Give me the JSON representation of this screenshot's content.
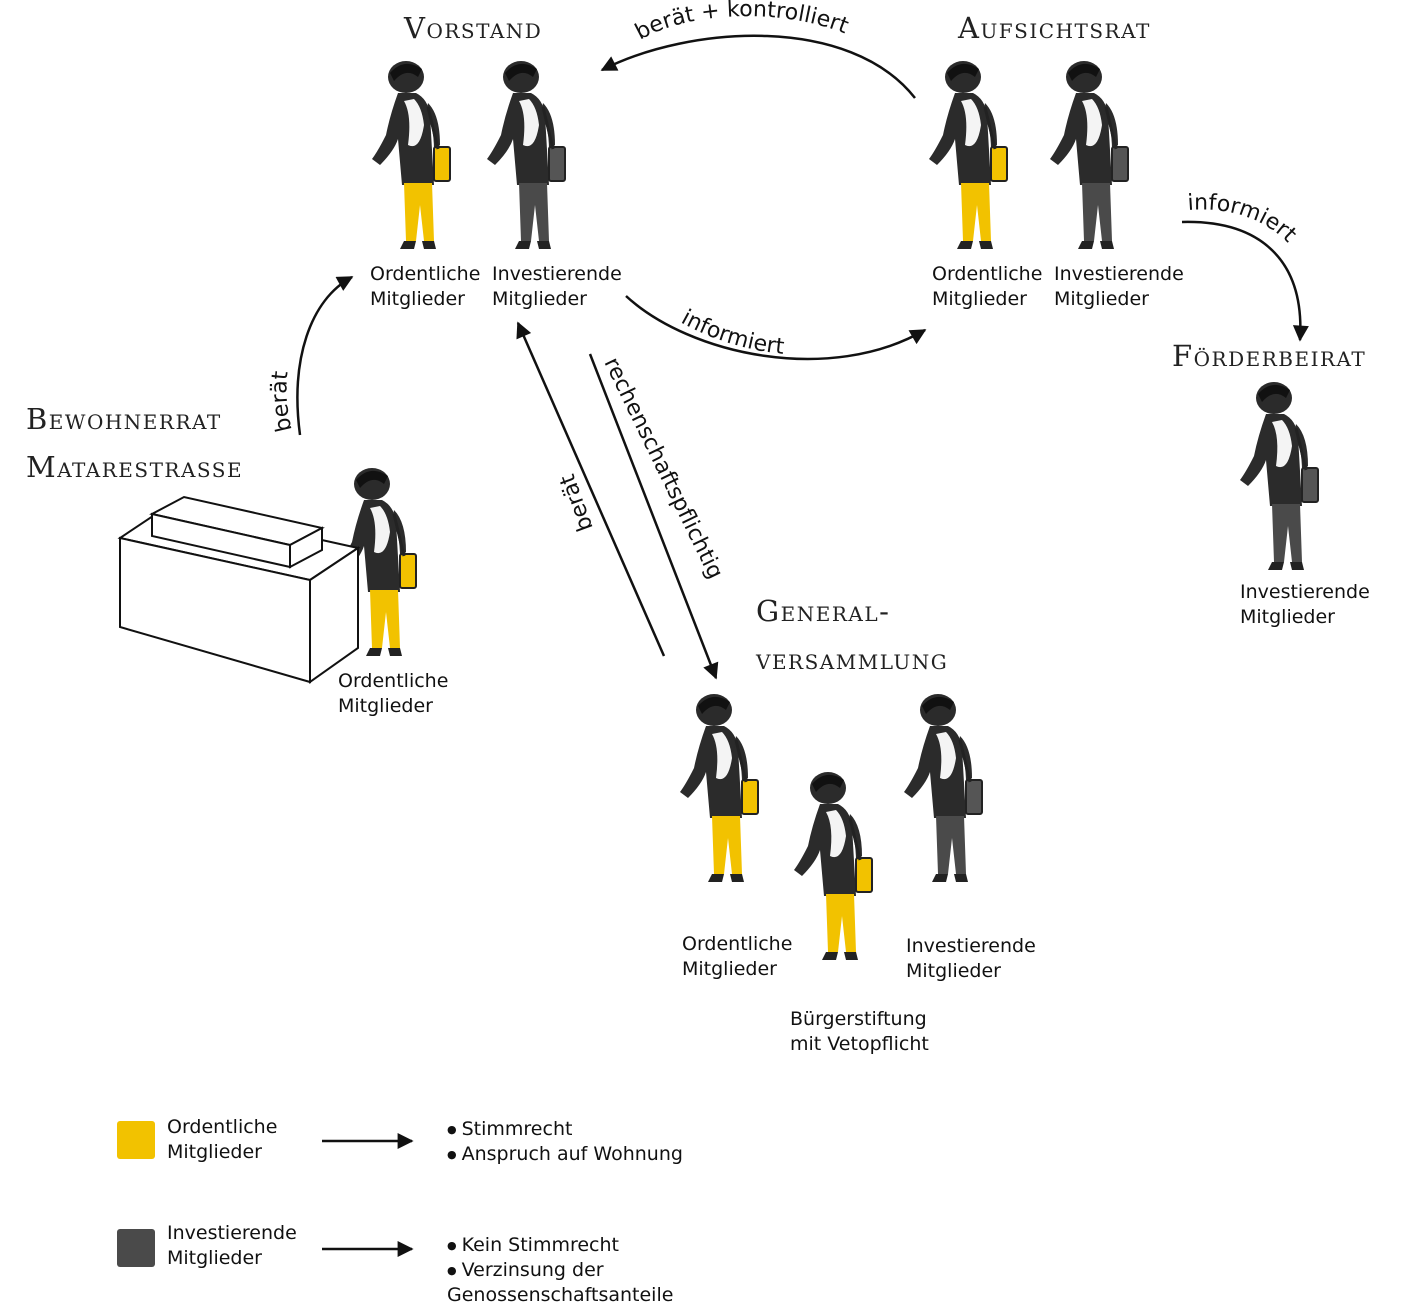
{
  "colors": {
    "ordentlich": "#f2c200",
    "investierend": "#4a4a4a",
    "figure_dark": "#2b2b2b"
  },
  "groups": {
    "vorstand": {
      "title": "Vorstand",
      "label_a": "Ordentliche\nMitglieder",
      "label_b": "Investierende\nMitglieder"
    },
    "aufsichtsrat": {
      "title": "Aufsichtsrat",
      "label_a": "Ordentliche\nMitglieder",
      "label_b": "Investierende\nMitglieder"
    },
    "foerderbeirat": {
      "title": "Förderbeirat",
      "label_a": "Investierende\nMitglieder"
    },
    "bewohnerrat": {
      "title_line1": "Bewohnerrat",
      "title_line2": "Matarestrasse",
      "label_a": "Ordentliche\nMitglieder"
    },
    "generalversammlung": {
      "title_line1": "General-",
      "title_line2": "versammlung",
      "label_a": "Ordentliche\nMitglieder",
      "label_b": "Investierende\nMitglieder",
      "label_c": "Bürgerstiftung\nmit Vetopflicht"
    }
  },
  "edges": {
    "aufsichtsrat_to_vorstand": "berät  + kontrolliert",
    "vorstand_to_aufsichtsrat": "informiert",
    "aufsichtsrat_to_foerderbeirat": "informiert",
    "bewohnerrat_to_vorstand": "berät",
    "generalversammlung_to_vorstand": "berät",
    "vorstand_to_generalversammlung": "rechenschaftspflichtig"
  },
  "legend": [
    {
      "label": "Ordentliche\nMitglieder",
      "color_key": "ordentlich",
      "bullets": [
        "Stimmrecht",
        "Anspruch auf Wohnung"
      ]
    },
    {
      "label": "Investierende\nMitglieder",
      "color_key": "investierend",
      "bullets": [
        "Kein Stimmrecht",
        "Verzinsung der\nGenossenschaftsanteile"
      ]
    }
  ]
}
